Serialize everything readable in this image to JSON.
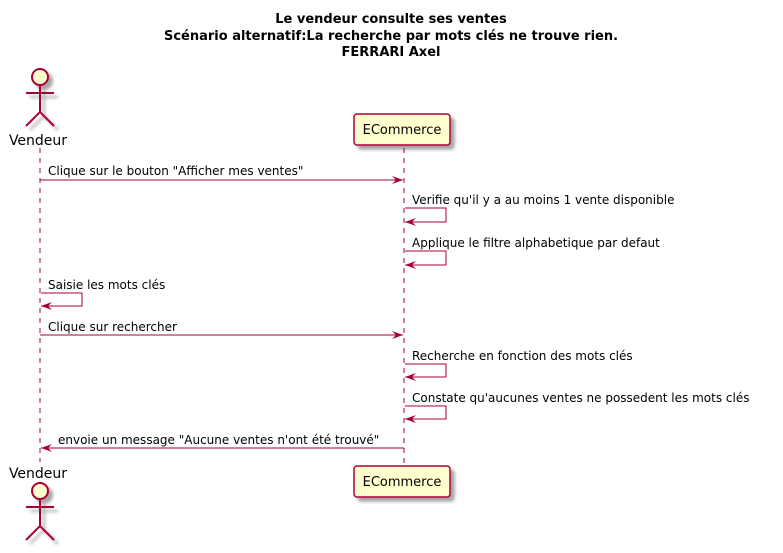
{
  "title": {
    "line1": "Le vendeur consulte ses ventes",
    "line2": "Scénario alternatif:La recherche par mots clés ne trouve rien.",
    "line3": "FERRARI Axel"
  },
  "participants": {
    "actor": {
      "name": "Vendeur",
      "icon": "stick-figure-actor-icon"
    },
    "system": {
      "name": "ECommerce"
    }
  },
  "messages": [
    {
      "from": "actor",
      "to": "system",
      "text": "Clique sur le bouton \"Afficher mes ventes\""
    },
    {
      "from": "system",
      "to": "system",
      "text": "Verifie qu'il y a au moins 1 vente disponible"
    },
    {
      "from": "system",
      "to": "system",
      "text": "Applique le filtre alphabetique par defaut"
    },
    {
      "from": "actor",
      "to": "actor",
      "text": "Saisie les mots clés"
    },
    {
      "from": "actor",
      "to": "system",
      "text": "Clique sur rechercher"
    },
    {
      "from": "system",
      "to": "system",
      "text": "Recherche en fonction des mots clés"
    },
    {
      "from": "system",
      "to": "system",
      "text": "Constate qu'aucunes ventes ne possedent les mots clés"
    },
    {
      "from": "system",
      "to": "actor",
      "text": "envoie un message \"Aucune ventes n'ont été trouvé\""
    }
  ],
  "colors": {
    "arrow": "#A80036",
    "box_fill": "#FEFECE",
    "box_border": "#A80036",
    "shadow": "#C8C8C8"
  }
}
